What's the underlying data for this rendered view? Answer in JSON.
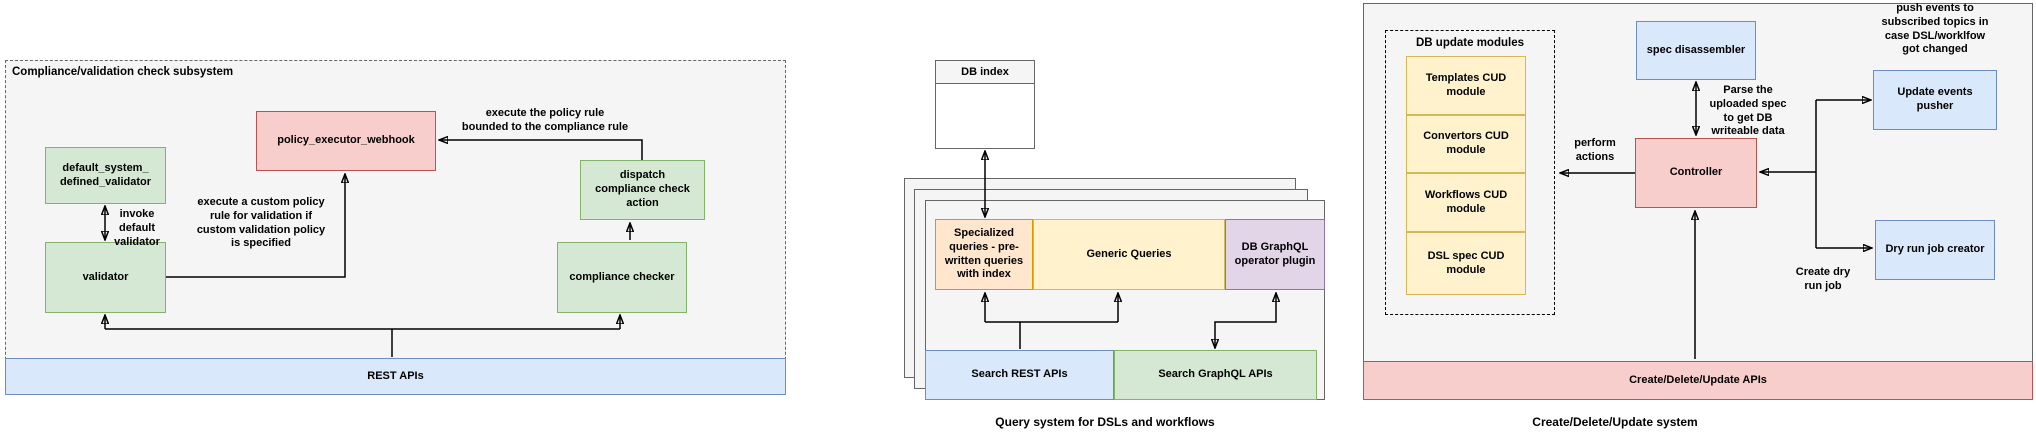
{
  "diagram": {
    "left": {
      "title": "Compliance/validation check subsystem",
      "nodes": {
        "default_validator": "default_system_\ndefined_validator",
        "validator": "validator",
        "policy_executor_webhook": "policy_executor_webhook",
        "dispatch_action": "dispatch\ncompliance check\naction",
        "compliance_checker": "compliance checker",
        "rest_apis": "REST APIs"
      },
      "edge_labels": {
        "invoke_default": "invoke\ndefault\nvalidator",
        "execute_custom": "execute a custom policy\nrule for validation if\ncustom validation policy\nis specified",
        "execute_policy": "execute the policy rule\nbounded to the compliance rule"
      }
    },
    "middle": {
      "caption": "Query system for DSLs and workflows",
      "nodes": {
        "db_index": "DB index",
        "specialized_queries": "Specialized\nqueries - pre-\nwritten queries\nwith index",
        "generic_queries": "Generic Queries",
        "graphql_plugin": "DB GraphQL\noperator plugin",
        "search_rest_apis": "Search REST APIs",
        "search_graphql_apis": "Search GraphQL APIs"
      }
    },
    "right": {
      "caption": "Create/Delete/Update system",
      "db_update_modules_title": "DB update modules",
      "modules": [
        "Templates CUD\nmodule",
        "Convertors CUD\nmodule",
        "Workflows CUD\nmodule",
        "DSL spec CUD\nmodule"
      ],
      "nodes": {
        "spec_disassembler": "spec disassembler",
        "controller": "Controller",
        "update_events_pusher": "Update events\npusher",
        "dry_run_job_creator": "Dry run job creator",
        "cud_apis": "Create/Delete/Update APIs"
      },
      "edge_labels": {
        "parse_spec": "Parse the\nuploaded spec\nto get DB\nwriteable data",
        "perform_actions": "perform\nactions",
        "push_events": "push events to\nsubscribed topics in\ncase DSL/worklfow\ngot changed",
        "create_dry_run": "Create dry\nrun job"
      }
    },
    "colors": {
      "node_green_fill": "#d5e8d4",
      "node_green_border": "#82b366",
      "node_red_fill": "#f8cecc",
      "node_red_border": "#b85450",
      "node_blue_fill": "#dae8fc",
      "node_blue_border": "#6c8ebf",
      "node_yellow_fill": "#fff2cc",
      "node_yellow_border": "#d6b656",
      "node_orange_fill": "#ffe6cc",
      "node_orange_border": "#d79b00",
      "node_purple_fill": "#e1d5e7",
      "node_purple_border": "#9673a6",
      "container_fill": "#f5f5f5",
      "container_border": "#666666",
      "edge_color": "#000000"
    }
  }
}
